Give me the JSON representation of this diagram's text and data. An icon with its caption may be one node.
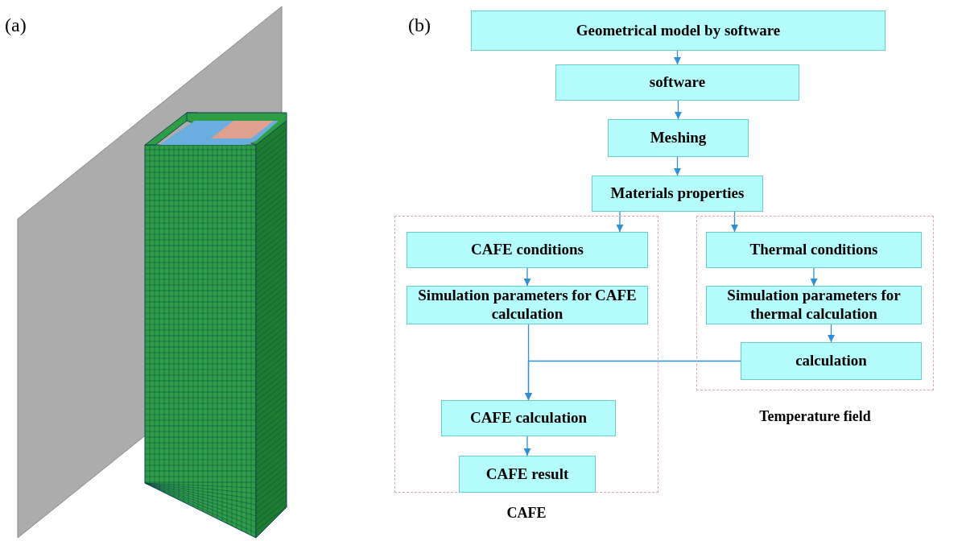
{
  "diagram": {
    "nodes": [
      {
        "text": [
          "Geometrical model by software"
        ]
      },
      {
        "text": [
          "software"
        ]
      },
      {
        "text": [
          "Meshing"
        ]
      },
      {
        "text": [
          "Materials properties"
        ]
      },
      {
        "text": [
          "CAFE"
        ]
      },
      {
        "text": [
          "Temperature field"
        ]
      },
      {
        "text": [
          "CAFE conditions"
        ],
        "in": 4
      },
      {
        "text": [
          "Simulation parameters for CAFE calculation"
        ],
        "in": 4
      },
      {
        "text": [
          "Thermal conditions"
        ],
        "in": 5
      },
      {
        "text": [
          "Simulation parameters for thermal calculation"
        ],
        "in": 5
      },
      {
        "text": [
          "calculation"
        ],
        "in": 5
      },
      {
        "text": [
          "CAFE calculation"
        ],
        "in": 4
      },
      {
        "text": [
          "CAFE result"
        ],
        "in": 4
      }
    ],
    "edges": [
      {
        "from": 0,
        "to": 1,
        "arrow": "to"
      },
      {
        "from": 1,
        "to": 2,
        "arrow": "to"
      },
      {
        "from": 2,
        "to": 3,
        "arrow": "to"
      },
      {
        "from": 3,
        "to": 6,
        "arrow": "to"
      },
      {
        "from": 3,
        "to": 8,
        "arrow": "to"
      },
      {
        "from": 6,
        "to": 7,
        "arrow": "to"
      },
      {
        "from": 8,
        "to": 9,
        "arrow": "to"
      },
      {
        "from": 9,
        "to": 10,
        "arrow": "to"
      },
      {
        "from": 7,
        "to": 11,
        "arrow": "to"
      },
      {
        "from": 10,
        "to": 11,
        "arrow": "to"
      },
      {
        "from": 11,
        "to": 12,
        "arrow": "to"
      }
    ],
    "labels": [
      "(a)",
      "(b)"
    ]
  }
}
